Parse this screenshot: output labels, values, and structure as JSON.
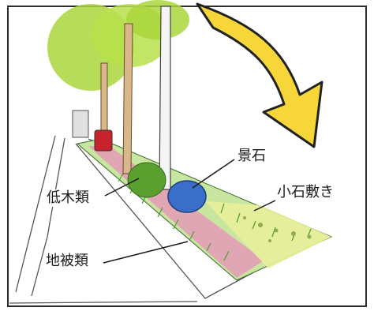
{
  "labels": {
    "landscape_stone": "景石",
    "shrubs": "低木類",
    "small_stones": "小石敷き",
    "ground_cover": "地被類"
  },
  "colors": {
    "arrow_fill": "#f7d63a",
    "arrow_outline": "#222222",
    "tree_foliage": "#a9d63c",
    "ground_cover": "#e59ab6",
    "stone": "#3a6ec8",
    "postbox": "#c8232c",
    "outline": "#2b2b2b"
  }
}
